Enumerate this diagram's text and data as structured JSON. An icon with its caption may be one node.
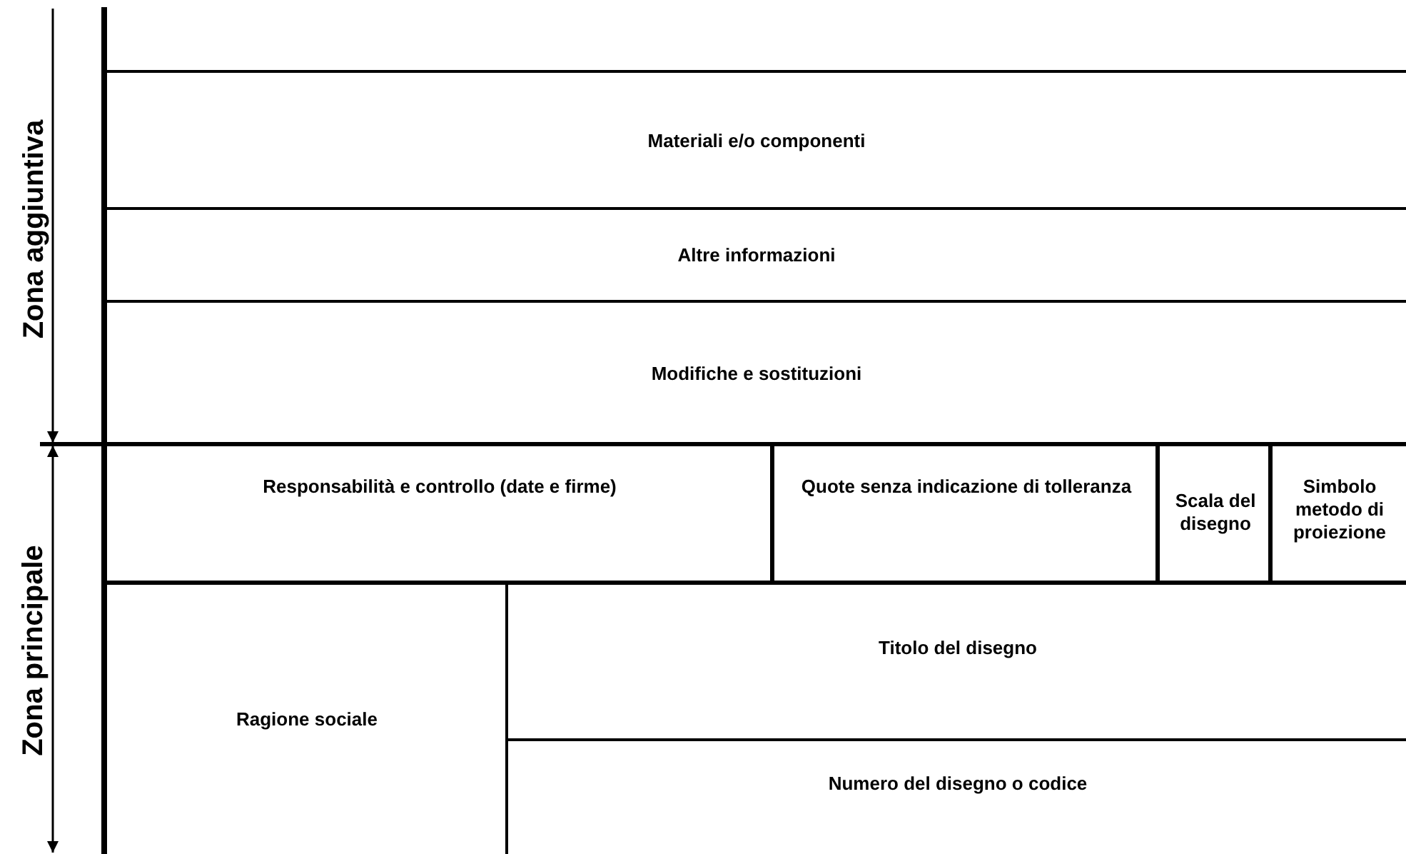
{
  "diagram": {
    "nodes": [
      {
        "text": [
          "Materiali e/o componenti"
        ]
      },
      {
        "text": [
          "Altre informazioni"
        ]
      },
      {
        "text": [
          "Modifiche e sostituzioni"
        ]
      },
      {
        "text": [
          "Responsabilità e controllo (date e firme)"
        ]
      },
      {
        "text": [
          "Quote senza indicazione di tolleranza"
        ]
      },
      {
        "text": [
          "Scala del disegno"
        ]
      },
      {
        "text": [
          "Simbolo metodo di proiezione"
        ]
      },
      {
        "text": [
          "Ragione sociale"
        ]
      },
      {
        "text": [
          "Titolo del disegno"
        ]
      },
      {
        "text": [
          "Numero del disegno o codice"
        ]
      }
    ],
    "labels": [
      "Zona aggiuntiva",
      "Zona principale"
    ]
  }
}
